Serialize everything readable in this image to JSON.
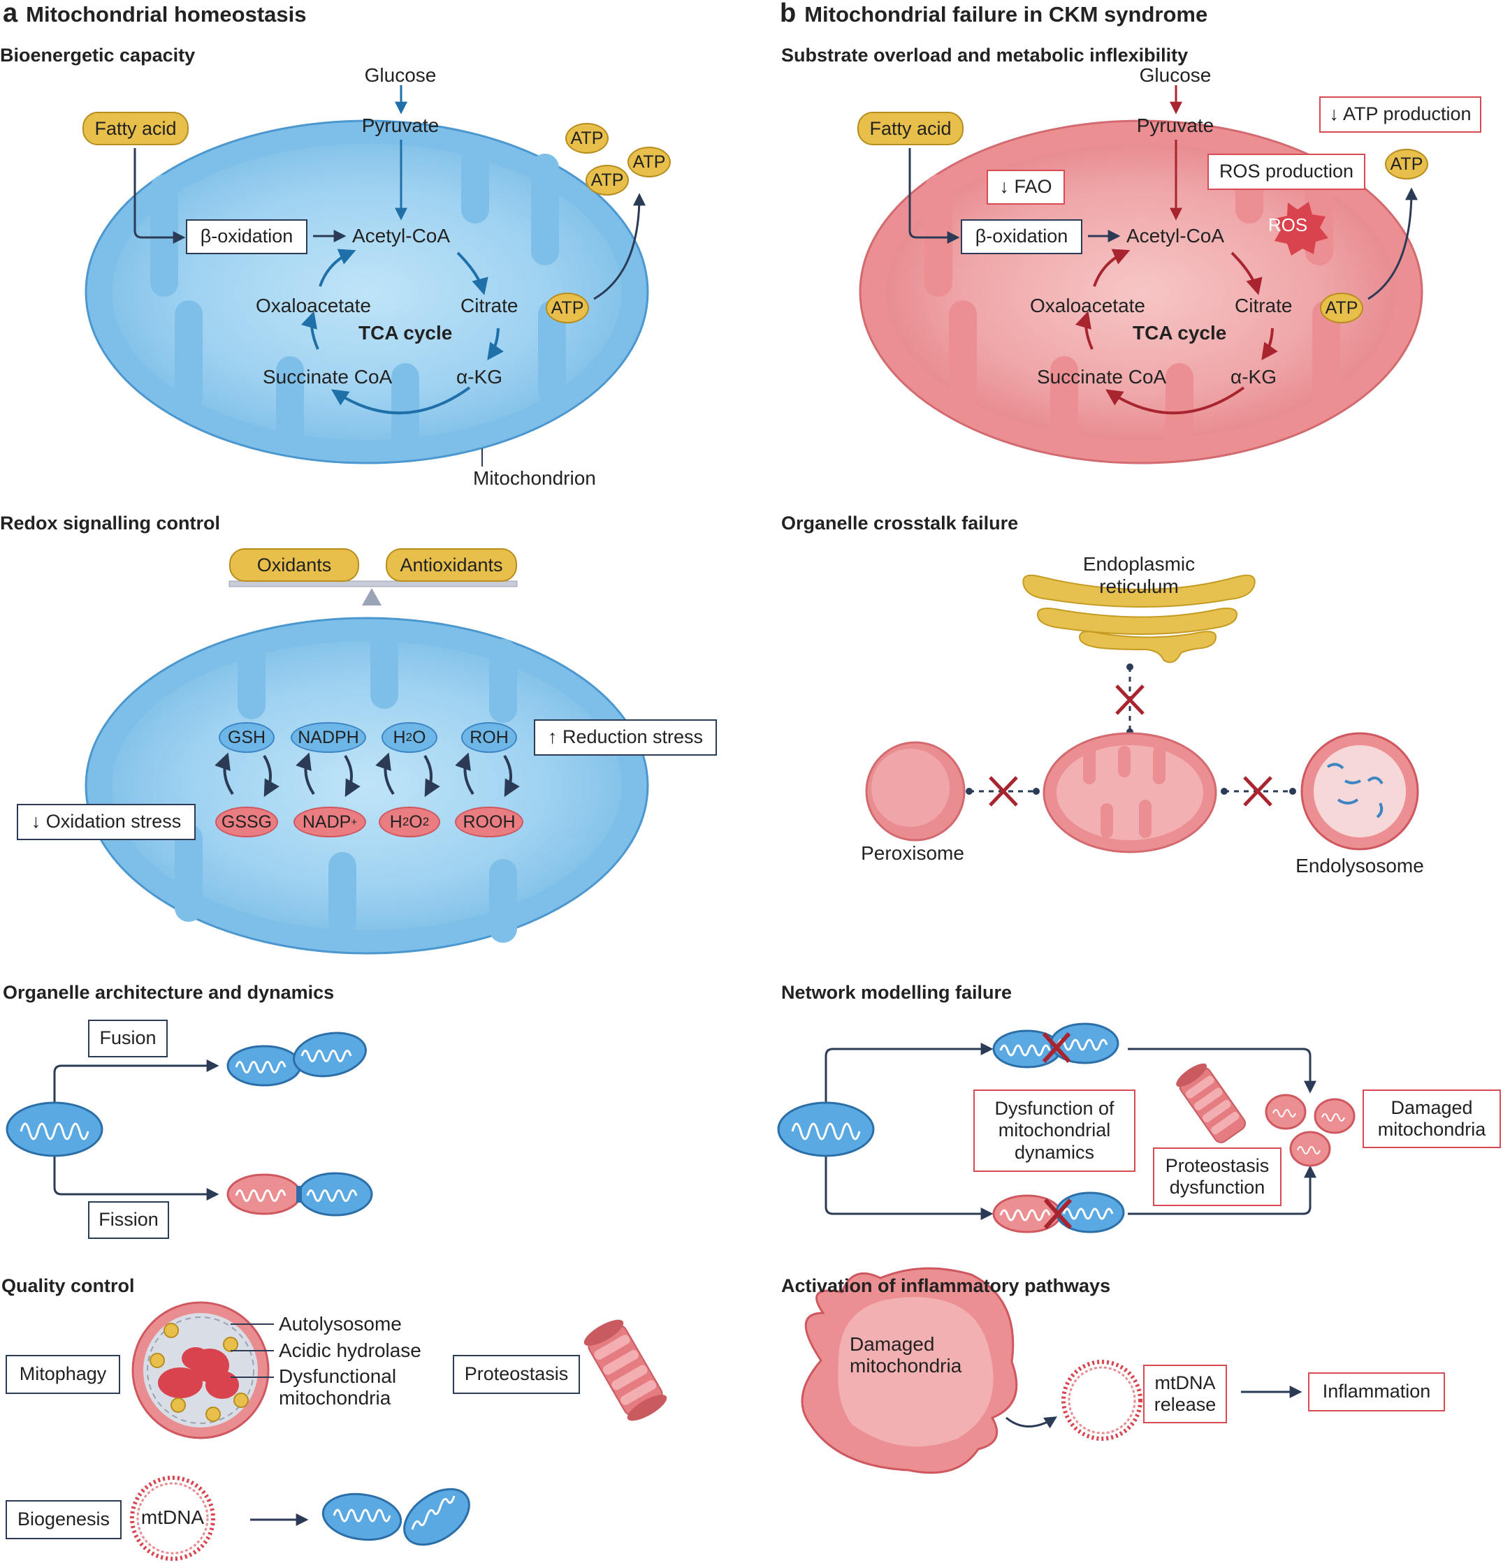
{
  "panel_a": {
    "letter": "a",
    "title": "Mitochondrial homeostasis",
    "bioenergetic": {
      "heading": "Bioenergetic capacity",
      "glucose": "Glucose",
      "pyruvate": "Pyruvate",
      "fatty_acid": "Fatty acid",
      "beta_oxidation": "β-oxidation",
      "acetyl_coa": "Acetyl-CoA",
      "citrate": "Citrate",
      "akg": "α-KG",
      "succinate_coa": "Succinate CoA",
      "oxaloacetate": "Oxaloacetate",
      "tca_cycle": "TCA cycle",
      "atp": "ATP",
      "mitochondrion": "Mitochondrion"
    },
    "redox": {
      "heading": "Redox signalling control",
      "oxidants": "Oxidants",
      "antioxidants": "Antioxidants",
      "reduced": [
        "GSH",
        "NADPH",
        "H2O",
        "ROH"
      ],
      "oxidized": [
        "GSSG",
        "NADP+",
        "H2O2",
        "ROOH"
      ],
      "reduction_stress": "↑ Reduction stress",
      "oxidation_stress": "↓ Oxidation stress"
    },
    "architecture": {
      "heading": "Organelle architecture and dynamics",
      "fusion": "Fusion",
      "fission": "Fission"
    },
    "quality": {
      "heading": "Quality control",
      "mitophagy": "Mitophagy",
      "autolysosome": "Autolysosome",
      "acidic_hydrolase": "Acidic hydrolase",
      "dysfunctional_1": "Dysfunctional",
      "dysfunctional_2": "mitochondria",
      "proteostasis": "Proteostasis",
      "biogenesis": "Biogenesis",
      "mtdna": "mtDNA"
    }
  },
  "panel_b": {
    "letter": "b",
    "title": "Mitochondrial failure in CKM syndrome",
    "substrate": {
      "heading": "Substrate overload and metabolic inflexibility",
      "glucose": "Glucose",
      "pyruvate": "Pyruvate",
      "fatty_acid": "Fatty acid",
      "fao": "↓ FAO",
      "beta_oxidation": "β-oxidation",
      "acetyl_coa": "Acetyl-CoA",
      "citrate": "Citrate",
      "akg": "α-KG",
      "succinate_coa": "Succinate CoA",
      "oxaloacetate": "Oxaloacetate",
      "tca_cycle": "TCA cycle",
      "atp": "ATP",
      "atp_production": "↓ ATP production",
      "ros_production": "ROS production",
      "ros": "ROS"
    },
    "crosstalk": {
      "heading": "Organelle crosstalk failure",
      "er_1": "Endoplasmic",
      "er_2": "reticulum",
      "peroxisome": "Peroxisome",
      "endolysosome": "Endolysosome"
    },
    "network": {
      "heading": "Network modelling failure",
      "dynamics_1": "Dysfunction of",
      "dynamics_2": "mitochondrial",
      "dynamics_3": "dynamics",
      "proteo_1": "Proteostasis",
      "proteo_2": "dysfunction",
      "damaged_1": "Damaged",
      "damaged_2": "mitochondria"
    },
    "inflammatory": {
      "heading": "Activation of inflammatory pathways",
      "damaged_1": "Damaged",
      "damaged_2": "mitochondria",
      "mtdna_1": "mtDNA",
      "mtdna_2": "release",
      "inflammation": "Inflammation"
    }
  },
  "colors": {
    "healthy_blue": "#6db6e8",
    "failure_red": "#ea7d82",
    "atp_gold": "#e7bf4a",
    "arrow_navy": "#2b3a55",
    "healthy_arrow": "#1f6fa8",
    "failure_arrow": "#a8252f"
  }
}
